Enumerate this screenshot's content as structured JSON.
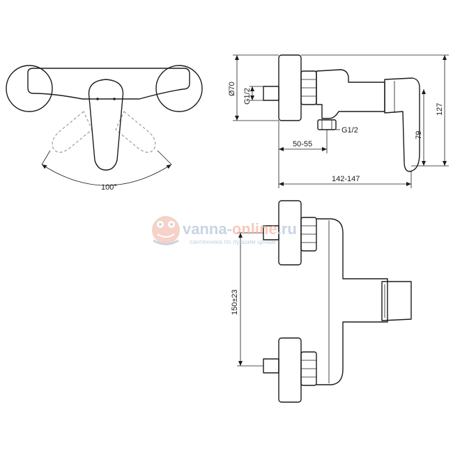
{
  "dimensions": {
    "rotation_angle": "100°",
    "diameter": "Ø70",
    "thread_inlet": "G1/2",
    "thread_outlet": "G1/2",
    "offset_range": "50-55",
    "outlet_height": "79",
    "total_height": "127",
    "projection_range": "142-147",
    "center_distance": "150±23"
  },
  "watermark": {
    "brand_main": "vanna-",
    "brand_accent": "online",
    "brand_suffix": ".ru",
    "tagline": "сантехника по лучшим ценам"
  }
}
